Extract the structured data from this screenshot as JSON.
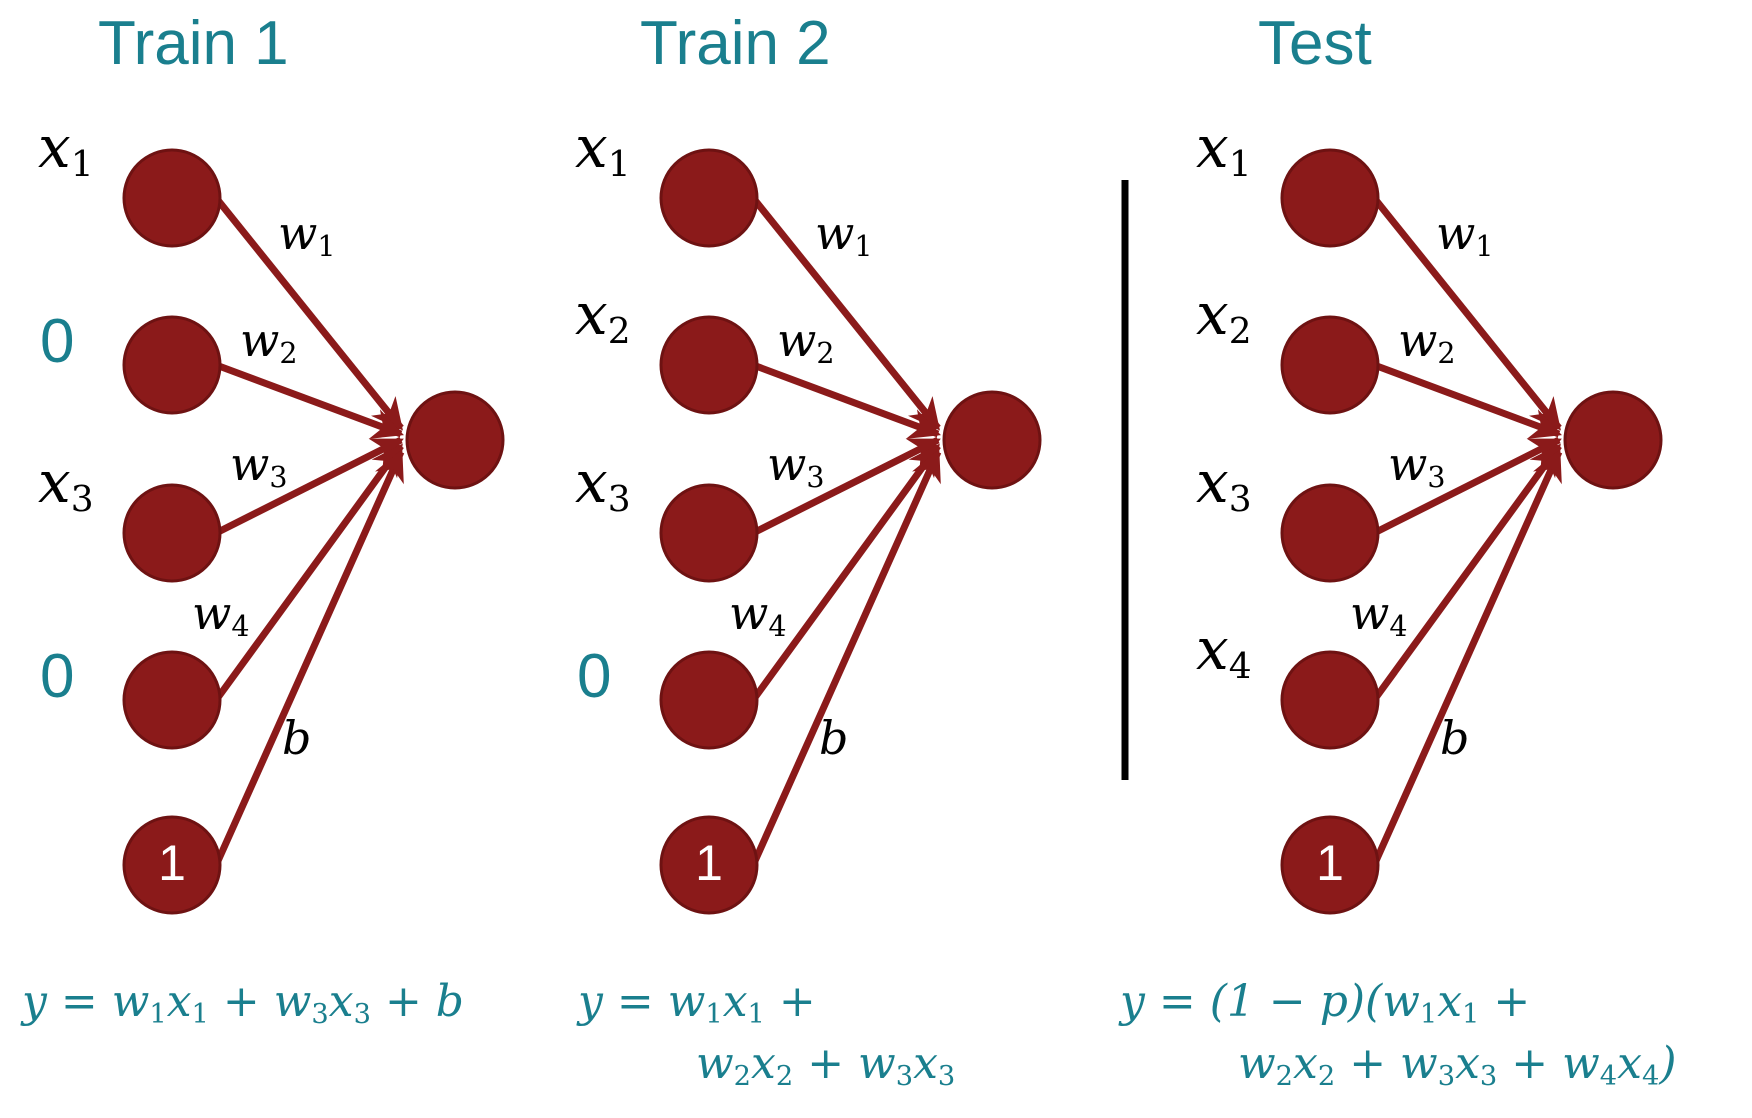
{
  "panels": [
    {
      "title": "Train 1",
      "inputs": [
        "x_1",
        "0",
        "x_3",
        "0",
        "1"
      ],
      "weights": [
        "w_1",
        "w_2",
        "w_3",
        "w_4",
        "b"
      ],
      "equation_lines": [
        "y = w_1x_1 + w_3x_3 + b"
      ]
    },
    {
      "title": "Train 2",
      "inputs": [
        "x_1",
        "x_2",
        "x_3",
        "0",
        "1"
      ],
      "weights": [
        "w_1",
        "w_2",
        "w_3",
        "w_4",
        "b"
      ],
      "equation_lines": [
        "y = w_1x_1 +",
        "w_2x_2 + w_3x_3"
      ]
    },
    {
      "title": "Test",
      "inputs": [
        "x_1",
        "x_2",
        "x_3",
        "x_4",
        "1"
      ],
      "weights": [
        "w_1",
        "w_2",
        "w_3",
        "w_4",
        "b"
      ],
      "equation_lines": [
        "y = (1 − p)(w_1x_1 +",
        "w_2x_2 + w_3x_3 + w_4x_4)"
      ]
    }
  ],
  "colors": {
    "node": "#8b1a1a",
    "node_stroke": "#6e1212",
    "accent_text": "#1a7f8e",
    "divider": "#000000"
  }
}
